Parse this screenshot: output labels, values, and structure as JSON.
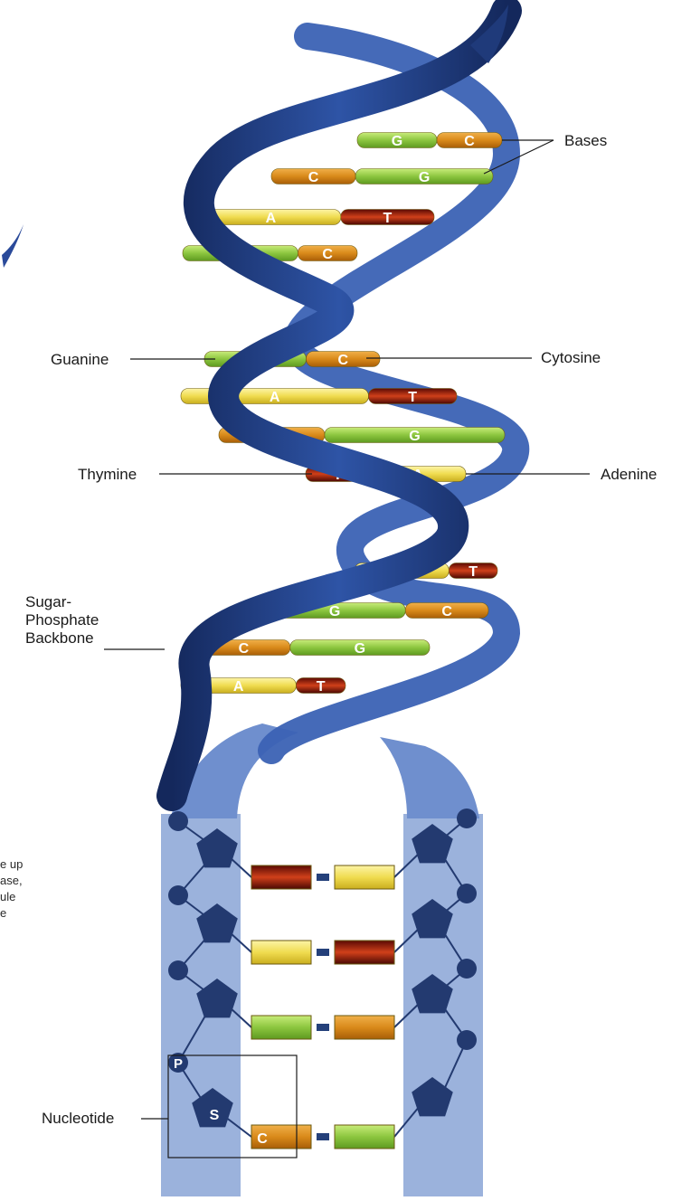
{
  "labels": {
    "bases": "Bases",
    "guanine": "Guanine",
    "cytosine": "Cytosine",
    "thymine": "Thymine",
    "adenine": "Adenine",
    "backbone": "Sugar-\nPhosphate\nBackbone",
    "nucleotide": "Nucleotide"
  },
  "side_note": "e up\nase,\nule\ne",
  "helix_pairs": [
    {
      "left": "G",
      "right": "C"
    },
    {
      "left": "C",
      "right": "G"
    },
    {
      "left": "A",
      "right": "T"
    },
    {
      "left": "G",
      "right": "C"
    },
    {
      "left": "G",
      "right": "C"
    },
    {
      "left": "A",
      "right": "T"
    },
    {
      "left": "C",
      "right": "G"
    },
    {
      "left": "T",
      "right": "A"
    },
    {
      "left": "A",
      "right": "T"
    },
    {
      "left": "G",
      "right": "C"
    },
    {
      "left": "C",
      "right": "G"
    },
    {
      "left": "A",
      "right": "T"
    }
  ],
  "ladder_rungs": [
    {
      "left": "T",
      "right": "A"
    },
    {
      "left": "A",
      "right": "T"
    },
    {
      "left": "G",
      "right": "C"
    },
    {
      "left": "C",
      "right": "G"
    }
  ],
  "nucleotide_parts": {
    "phosphate": "P",
    "sugar": "S",
    "base": "C"
  },
  "colors": {
    "G": "#8cc63f",
    "C": "#d98a1a",
    "A": "#f0dc50",
    "T": "#8a1a0a",
    "backbone_dark": "#1f3a7a",
    "backbone_light": "#9bb2dc",
    "pentagon": "#233a70"
  }
}
